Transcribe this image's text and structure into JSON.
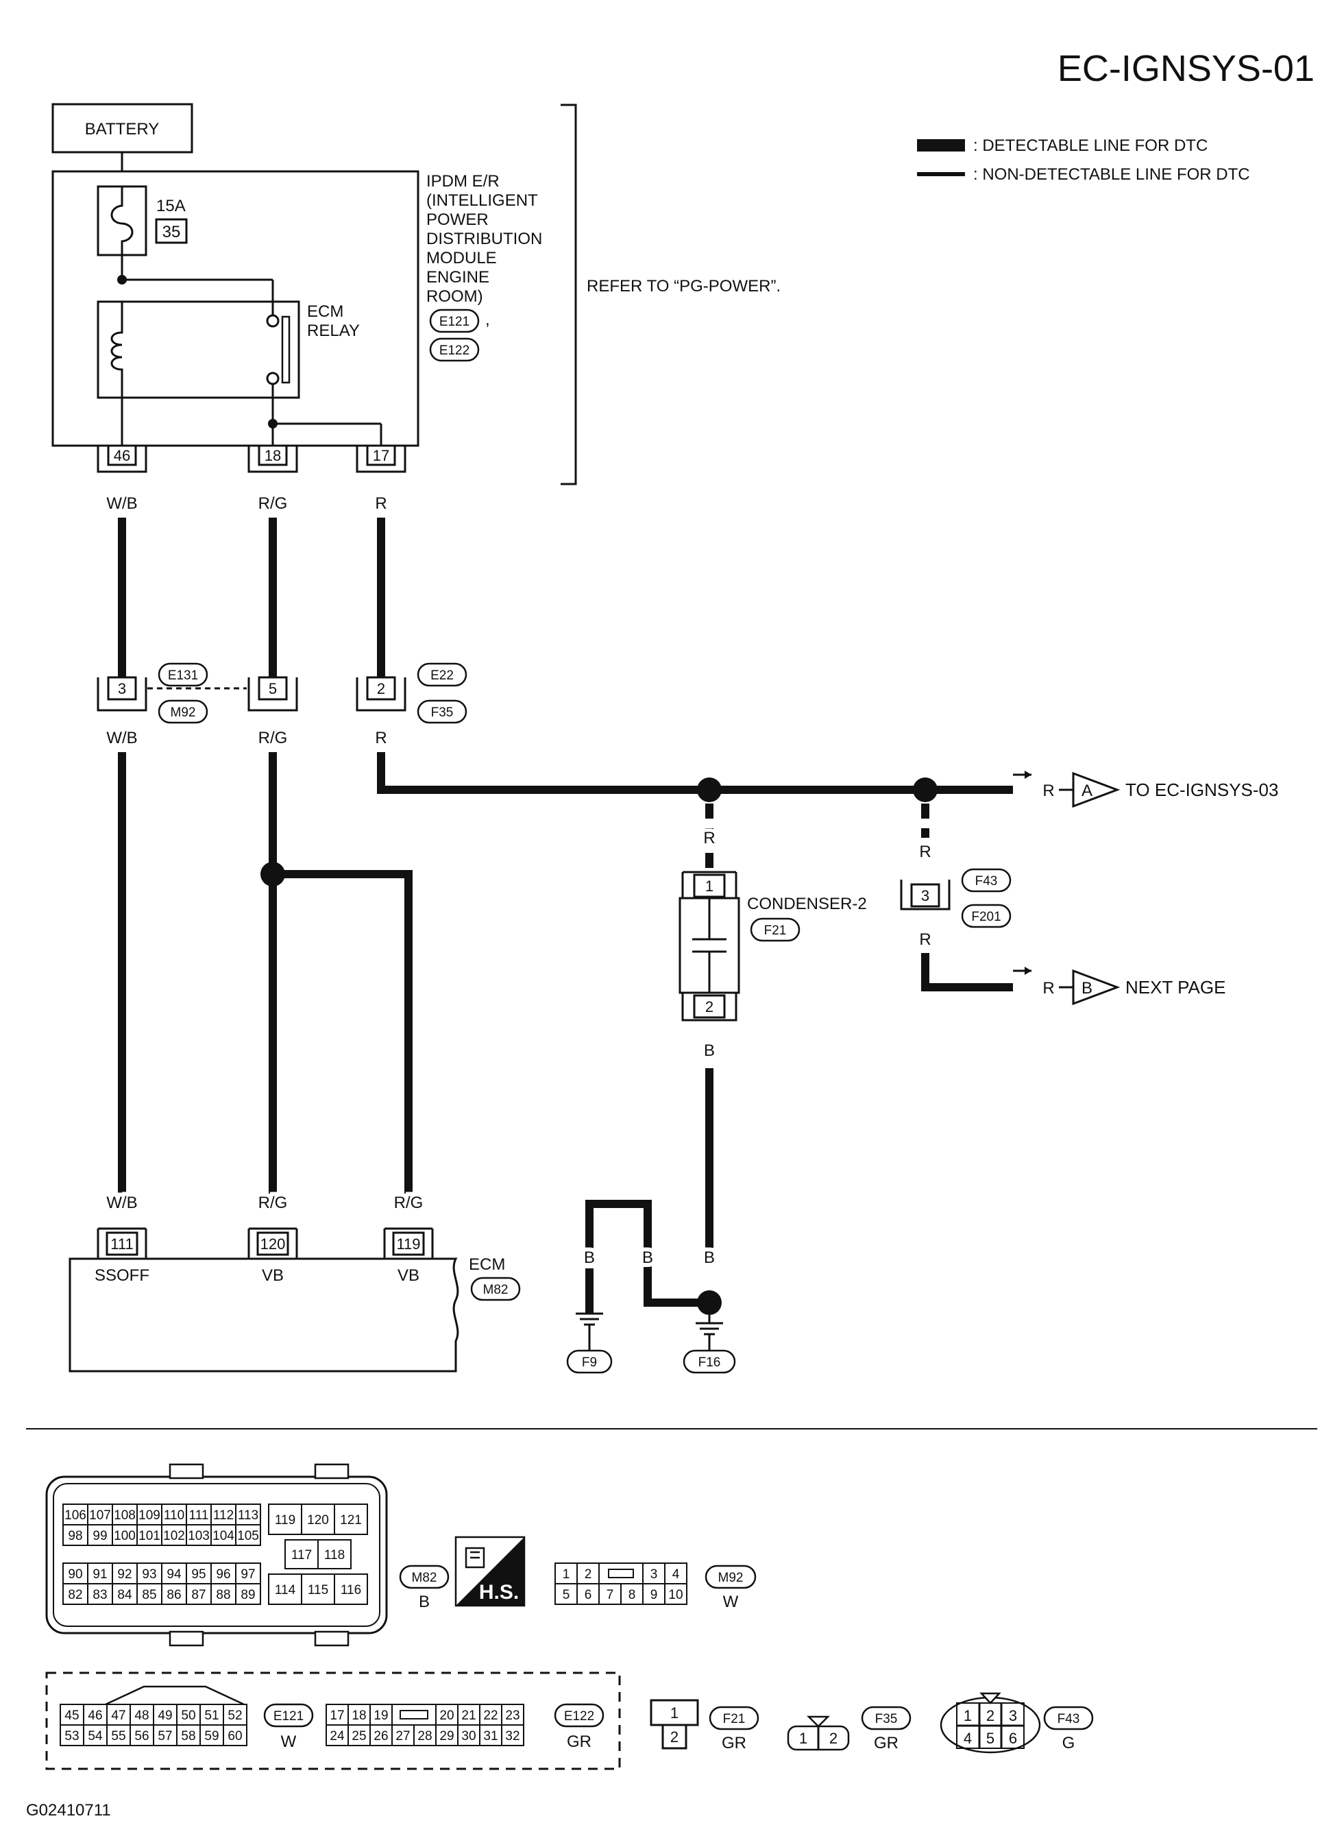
{
  "page_id": "EC-IGNSYS-01",
  "legend": {
    "detectable": ": DETECTABLE LINE FOR DTC",
    "non_detectable": ": NON-DETECTABLE LINE FOR DTC"
  },
  "battery": "BATTERY",
  "ipdm": {
    "fuse_amp": "15A",
    "fuse_no": "35",
    "label_lines": [
      "IPDM E/R",
      "(INTELLIGENT",
      "POWER",
      "DISTRIBUTION",
      "MODULE",
      "ENGINE",
      "ROOM)"
    ],
    "connectors": [
      "E121",
      "E122"
    ],
    "comma": ",",
    "relay_lines": [
      "ECM",
      "RELAY"
    ],
    "refer": "REFER TO “PG-POWER”.",
    "pins": [
      "46",
      "18",
      "17"
    ]
  },
  "wire_colors": {
    "wb": "W/B",
    "rg": "R/G",
    "r": "R",
    "b": "B"
  },
  "joint_connectors": {
    "e131_pin": "3",
    "m92_pin": "5",
    "e22_pin": "2",
    "e131": "E131",
    "m92": "M92",
    "e22": "E22",
    "f35": "F35"
  },
  "branch": {
    "arrow_a": "A",
    "to_a": "TO EC-IGNSYS-03",
    "arrow_b": "B",
    "to_b": "NEXT PAGE",
    "f43_pin": "3",
    "f43": "F43",
    "f201": "F201"
  },
  "condenser": {
    "label": "CONDENSER-2",
    "connector": "F21",
    "pin1": "1",
    "pin2": "2"
  },
  "ground": {
    "f9": "F9",
    "f16": "F16"
  },
  "ecm": {
    "label": "ECM",
    "connector": "M82",
    "pins": [
      "111",
      "120",
      "119"
    ],
    "terminals": [
      "SSOFF",
      "VB",
      "VB"
    ]
  },
  "connector_views": {
    "m82": {
      "left_block": [
        [
          "106",
          "107",
          "108",
          "109",
          "110",
          "111",
          "112",
          "113"
        ],
        [
          "98",
          "99",
          "100",
          "101",
          "102",
          "103",
          "104",
          "105"
        ],
        [
          "90",
          "91",
          "92",
          "93",
          "94",
          "95",
          "96",
          "97"
        ],
        [
          "82",
          "83",
          "84",
          "85",
          "86",
          "87",
          "88",
          "89"
        ]
      ],
      "right_top": [
        "119",
        "120",
        "121"
      ],
      "right_mid": [
        "117",
        "118"
      ],
      "right_bot": [
        "114",
        "115",
        "116"
      ],
      "name": "M82",
      "color": "B"
    },
    "hs_mark": "H.S.",
    "m92": {
      "top": [
        "1",
        "2",
        "3",
        "4"
      ],
      "bottom": [
        "5",
        "6",
        "7",
        "8",
        "9",
        "10"
      ],
      "name": "M92",
      "color": "W"
    },
    "e121": {
      "top": [
        "45",
        "46",
        "47",
        "48",
        "49",
        "50",
        "51",
        "52"
      ],
      "bottom": [
        "53",
        "54",
        "55",
        "56",
        "57",
        "58",
        "59",
        "60"
      ],
      "name": "E121",
      "color": "W"
    },
    "e122": {
      "top": [
        "17",
        "18",
        "19",
        "20",
        "21",
        "22",
        "23"
      ],
      "bottom": [
        "24",
        "25",
        "26",
        "27",
        "28",
        "29",
        "30",
        "31",
        "32"
      ],
      "name": "E122",
      "color": "GR"
    },
    "f21": {
      "pins": [
        "1",
        "2"
      ],
      "name": "F21",
      "color": "GR"
    },
    "f35": {
      "pins": [
        "1",
        "2"
      ],
      "name": "F35",
      "color": "GR"
    },
    "f43": {
      "top": [
        "1",
        "2",
        "3"
      ],
      "bottom": [
        "4",
        "5",
        "6"
      ],
      "name": "F43",
      "color": "G"
    }
  },
  "figure_code": "G02410711"
}
